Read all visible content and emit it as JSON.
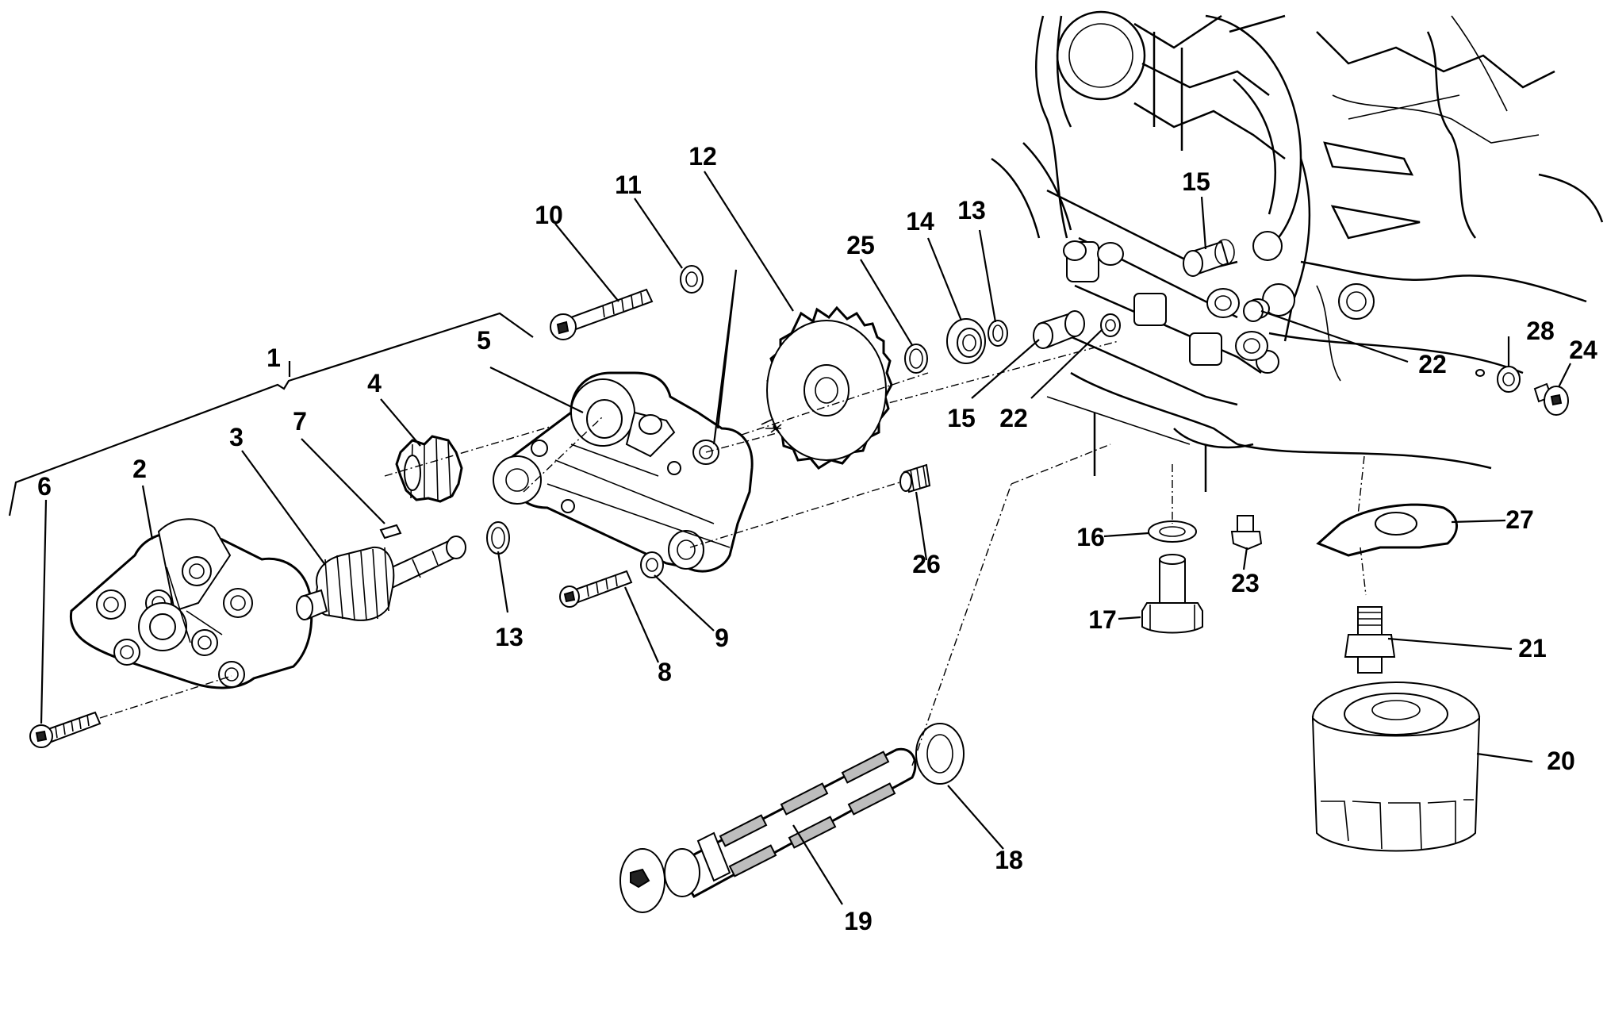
{
  "diagram": {
    "callouts": [
      {
        "id": "c1",
        "text": "1"
      },
      {
        "id": "c2",
        "text": "2"
      },
      {
        "id": "c3",
        "text": "3"
      },
      {
        "id": "c4",
        "text": "4"
      },
      {
        "id": "c5",
        "text": "5"
      },
      {
        "id": "c6",
        "text": "6"
      },
      {
        "id": "c7",
        "text": "7"
      },
      {
        "id": "c8",
        "text": "8"
      },
      {
        "id": "c9",
        "text": "9"
      },
      {
        "id": "c10",
        "text": "10"
      },
      {
        "id": "c11",
        "text": "11"
      },
      {
        "id": "c12",
        "text": "12"
      },
      {
        "id": "c13a",
        "text": "13"
      },
      {
        "id": "c13b",
        "text": "13"
      },
      {
        "id": "c14",
        "text": "14"
      },
      {
        "id": "c15a",
        "text": "15"
      },
      {
        "id": "c15b",
        "text": "15"
      },
      {
        "id": "c16",
        "text": "16"
      },
      {
        "id": "c17",
        "text": "17"
      },
      {
        "id": "c18",
        "text": "18"
      },
      {
        "id": "c19",
        "text": "19"
      },
      {
        "id": "c20",
        "text": "20"
      },
      {
        "id": "c21",
        "text": "21"
      },
      {
        "id": "c22a",
        "text": "22"
      },
      {
        "id": "c22b",
        "text": "22"
      },
      {
        "id": "c23",
        "text": "23"
      },
      {
        "id": "c24",
        "text": "24"
      },
      {
        "id": "c25",
        "text": "25"
      },
      {
        "id": "c26",
        "text": "26"
      },
      {
        "id": "c27",
        "text": "27"
      },
      {
        "id": "c28",
        "text": "28"
      }
    ]
  }
}
